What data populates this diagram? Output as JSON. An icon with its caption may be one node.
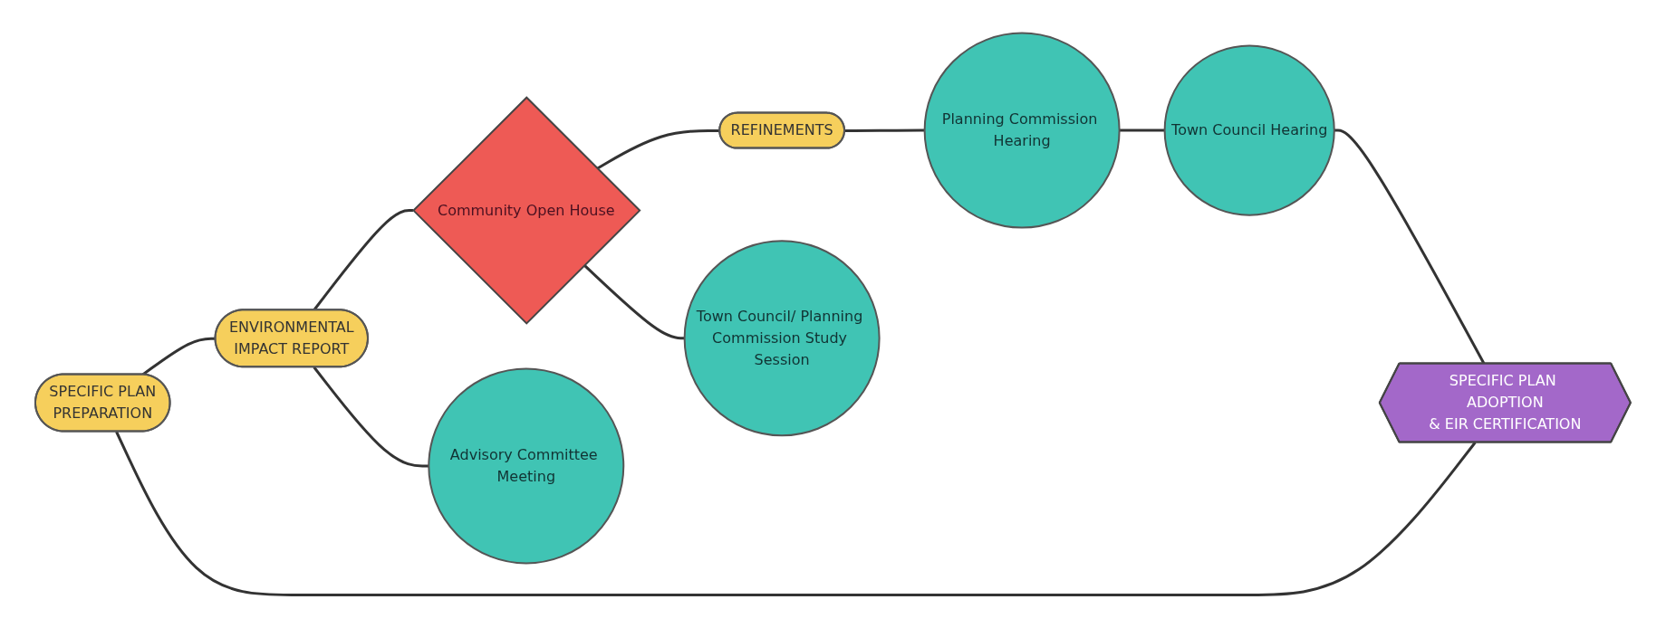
{
  "diagram": {
    "nodes": [
      {
        "text": [
          "SPECIFIC PLAN",
          "PREPARATION"
        ]
      },
      {
        "text": [
          "ENVIRONMENTAL",
          "IMPACT REPORT"
        ]
      },
      {
        "text": [
          "Community Open House"
        ]
      },
      {
        "text": [
          "REFINEMENTS"
        ]
      },
      {
        "text": [
          "SPECIFIC PLAN ADOPTION",
          "& EIR CERTIFICATION"
        ]
      },
      {
        "text": [
          "Advisory Committee Meeting"
        ]
      },
      {
        "text": [
          "Town Council/ Planning Commission Study Session"
        ]
      },
      {
        "text": [
          "Planning Commission Hearing"
        ]
      },
      {
        "text": [
          "Town Council Hearing"
        ]
      }
    ],
    "edges": [
      {
        "from": 0,
        "to": 1,
        "arrow": "none"
      },
      {
        "from": 1,
        "to": 5,
        "arrow": "none"
      },
      {
        "from": 1,
        "to": 2,
        "arrow": "none"
      },
      {
        "from": 2,
        "to": 3,
        "arrow": "none"
      },
      {
        "from": 2,
        "to": 6,
        "arrow": "none"
      },
      {
        "from": 3,
        "to": 7,
        "arrow": "none"
      },
      {
        "from": 7,
        "to": 8,
        "arrow": "none"
      },
      {
        "from": 8,
        "to": 4,
        "arrow": "none"
      },
      {
        "from": 4,
        "to": 0,
        "arrow": "none"
      }
    ]
  }
}
